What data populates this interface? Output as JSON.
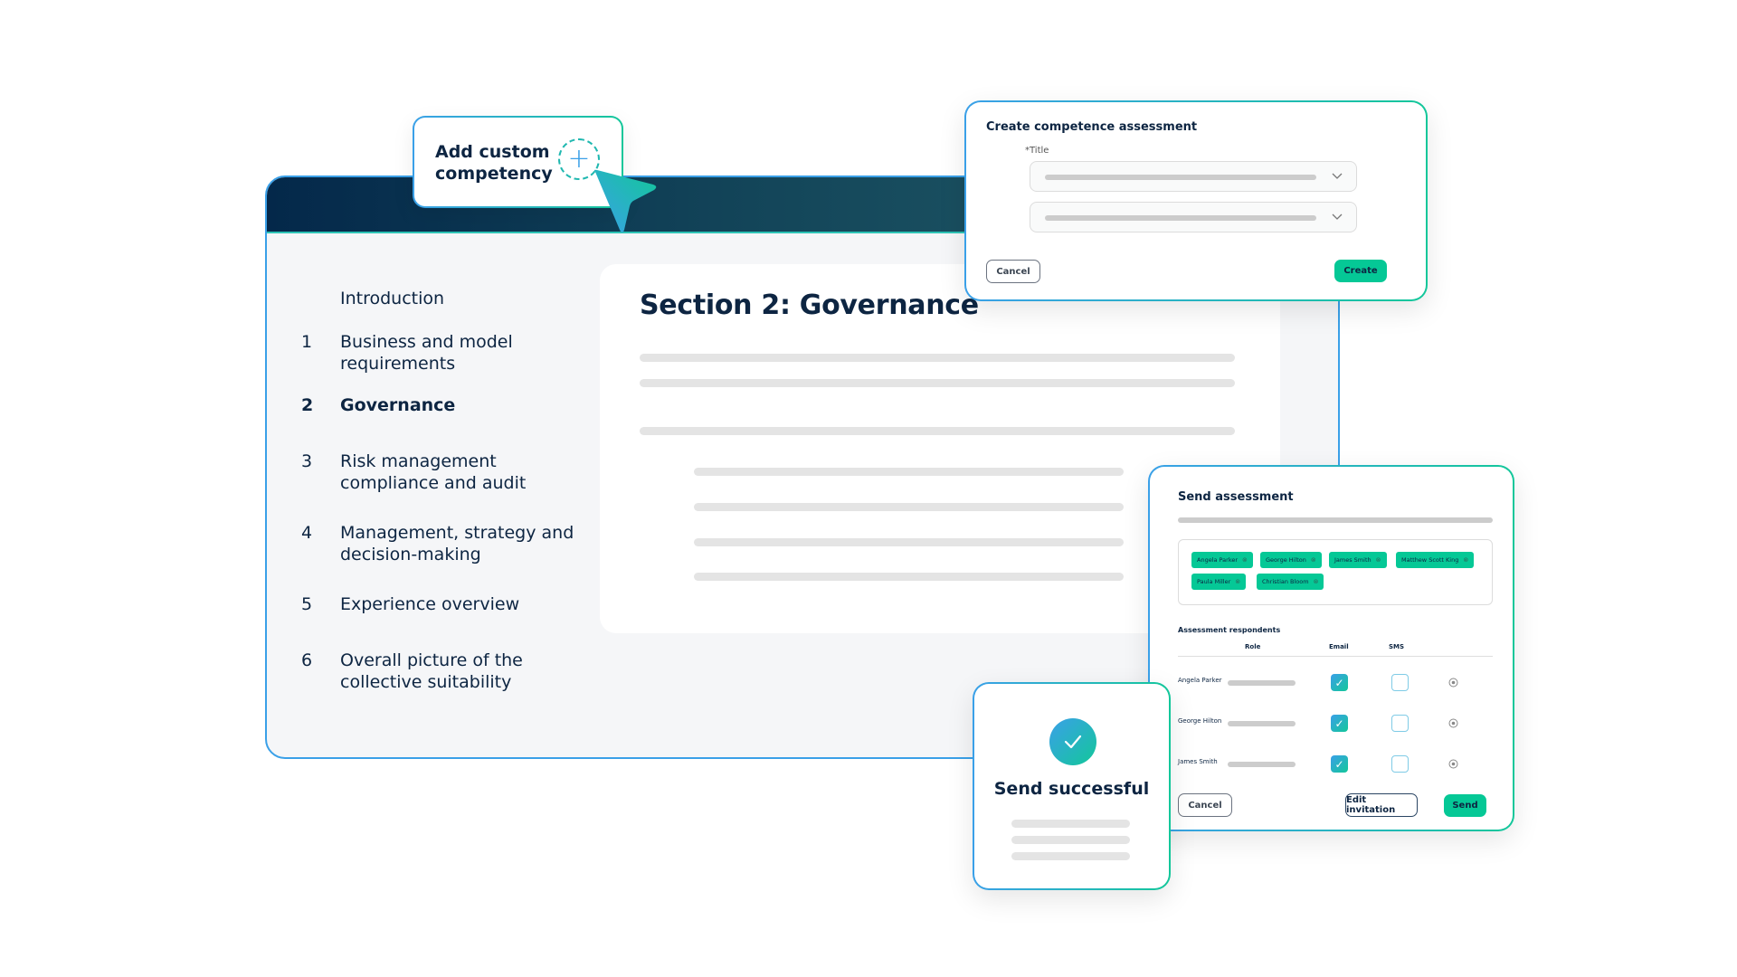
{
  "colors": {
    "navy": "#0d2542",
    "accent_blue": "#3aa0e8",
    "accent_green": "#13c79a",
    "button_green": "#05c896",
    "header_dark": "#04284a",
    "header_teal": "#235f6b",
    "panel_bg": "#f5f6f8",
    "placeholder_gray": "#e4e4e4"
  },
  "add_competency": {
    "label_line1": "Add custom",
    "label_line2": "competency",
    "icon": "plus-icon"
  },
  "sidebar": {
    "items": [
      {
        "num": "",
        "label": "Introduction",
        "active": false
      },
      {
        "num": "1",
        "label": "Business and model requirements",
        "active": false
      },
      {
        "num": "2",
        "label": "Governance",
        "active": true
      },
      {
        "num": "3",
        "label": "Risk management compliance and audit",
        "active": false
      },
      {
        "num": "4",
        "label": "Management, strategy and decision-making",
        "active": false
      },
      {
        "num": "5",
        "label": "Experience overview",
        "active": false
      },
      {
        "num": "6",
        "label": "Overall picture of the collective suitability",
        "active": false
      }
    ]
  },
  "content": {
    "title": "Section 2: Governance"
  },
  "create_modal": {
    "title": "Create competence assessment",
    "title_field_label": "*Title",
    "cancel_label": "Cancel",
    "create_label": "Create"
  },
  "send_modal": {
    "title": "Send assessment",
    "recipients": [
      "Angela Parker",
      "George Hilton",
      "James Smith",
      "Matthew Scott King",
      "Paula Miller",
      "Christian Bloom"
    ],
    "respondents_title": "Assessment respondents",
    "columns": {
      "role": "Role",
      "email": "Email",
      "sms": "SMS"
    },
    "respondents": [
      {
        "name": "Angela Parker",
        "email": true,
        "sms": false
      },
      {
        "name": "George Hilton",
        "email": true,
        "sms": false
      },
      {
        "name": "James Smith",
        "email": true,
        "sms": false
      }
    ],
    "cancel_label": "Cancel",
    "edit_label": "Edit invitation",
    "send_label": "Send"
  },
  "success": {
    "title": "Send successful",
    "icon": "check-icon"
  }
}
